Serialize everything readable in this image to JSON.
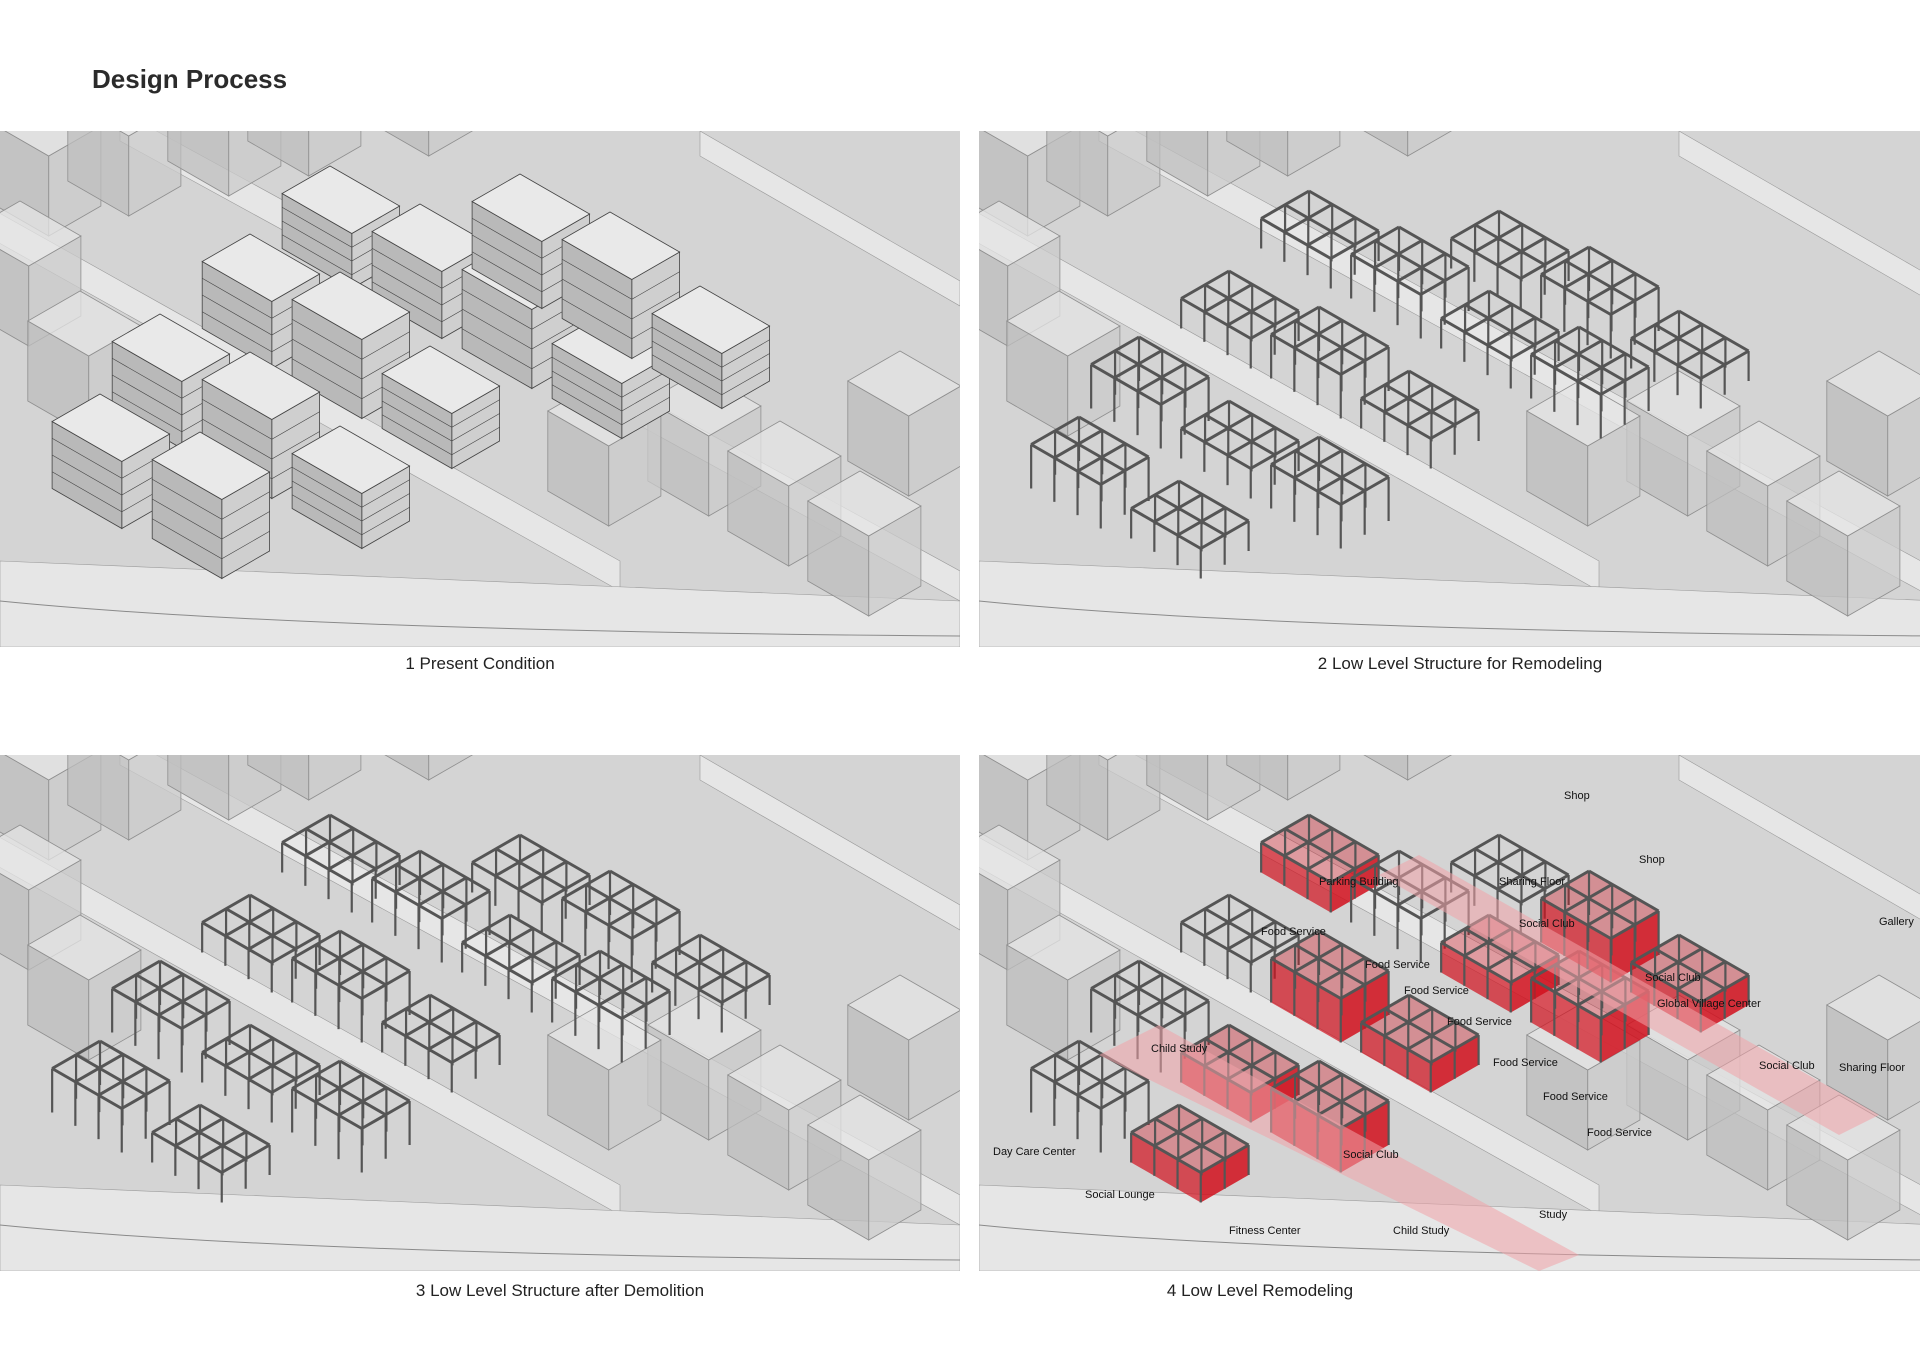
{
  "page": {
    "title": "Design Process"
  },
  "colors": {
    "accent": "#d10f1c",
    "tint": "#f1a3a8"
  },
  "panels": [
    {
      "caption": "1  Present Condition",
      "mode": "solid"
    },
    {
      "caption": "2  Low Level Structure for Remodeling",
      "mode": "frame"
    },
    {
      "caption": "3  Low Level Structure after Demolition",
      "mode": "frame"
    },
    {
      "caption": "4  Low Level Remodeling",
      "mode": "program"
    }
  ],
  "program_labels": [
    "Shop",
    "Shop",
    "Gallery",
    "Parking Building",
    "Sharing Floor",
    "Social Club",
    "Food Service",
    "Food Service",
    "Food Service",
    "Food Service",
    "Food Service",
    "Food Service",
    "Food Service",
    "Social Club",
    "Global Village Center",
    "Child Study",
    "Social Club",
    "Sharing Floor",
    "Day Care Center",
    "Social Club",
    "Social Lounge",
    "Fitness Center",
    "Child Study",
    "Study"
  ]
}
